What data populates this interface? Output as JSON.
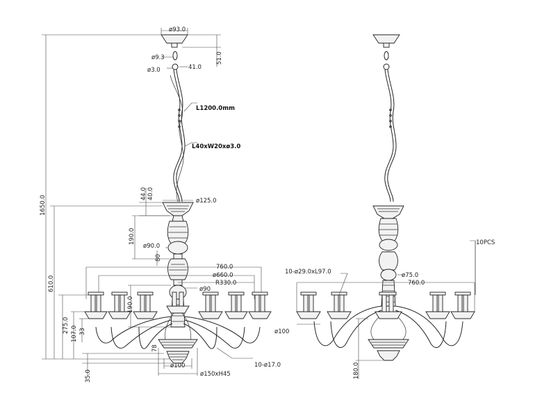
{
  "front_view": {
    "canopy_diameter": "ø93.0",
    "canopy_height": "51.0",
    "ring_outer": "ø9.3",
    "ring_wire": "ø3.0",
    "ring_length": "41.0",
    "chain_length": "L1200.0mm",
    "chain_link": "L40xW20xø3.0",
    "cup_diameter": "ø125.0",
    "cup_height_a": "44.0",
    "cup_height_b": "40.0",
    "overall_height": "1650.0",
    "body_height": "610.0",
    "stem_section": "190.0",
    "stem_ball": "ø90.0",
    "stem_gap": "80",
    "span_760": "760.0",
    "span_660": "ø660.0",
    "radius": "R330.0",
    "stem_lower": "ø90",
    "stem_lower_height": "190.0",
    "arm_height": "275.0",
    "arm_drop": "107.0",
    "arm_gap": "33",
    "hub_offset": "78",
    "bottom_height": "35.0",
    "bottom_diameter": "ø100",
    "bottom_bowl": "ø150xH45",
    "arm_tube": "10-ø17.0"
  },
  "side_view": {
    "pcs": "10PCS",
    "candle": "10-ø29.0xL97.0",
    "stem_ball": "ø75.0",
    "span": "760.0",
    "cup": "ø100",
    "drop": "180.0"
  }
}
